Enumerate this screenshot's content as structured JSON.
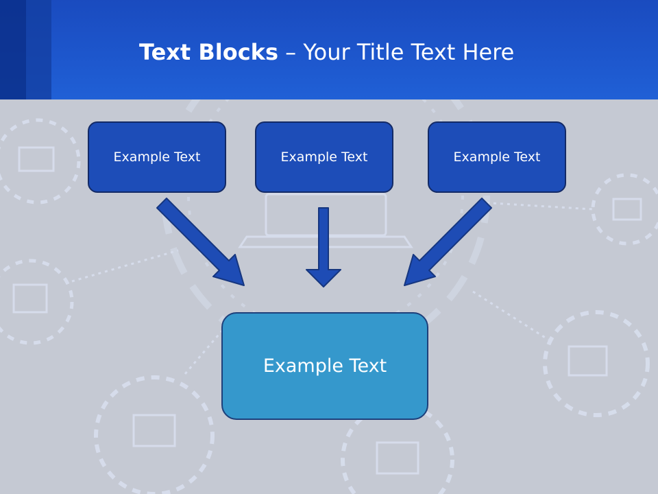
{
  "title": {
    "bold": "Text Blocks",
    "dash": " – ",
    "rest": "Your Title Text Here"
  },
  "blocks": [
    "Example Text",
    "Example Text",
    "Example Text"
  ],
  "result": "Example Text",
  "colors": {
    "header": "#1d56cc",
    "box_top_fill": "#1d4db8",
    "box_bottom_fill": "#3598cc",
    "arrow_fill": "#1e4cb5",
    "background": "#c5c9d3"
  }
}
